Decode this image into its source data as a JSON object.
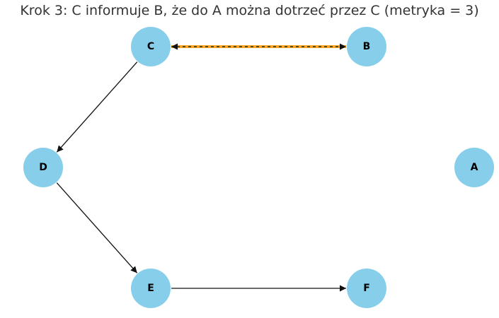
{
  "title": "Krok 3: C informuje B, że do A można dotrzeć przez C (metryka = 3)",
  "colors": {
    "node_fill": "#87ceeb",
    "edge": "#111111",
    "highlight": "#f5a623"
  },
  "nodes": [
    {
      "id": "C",
      "label": "C"
    },
    {
      "id": "B",
      "label": "B"
    },
    {
      "id": "D",
      "label": "D"
    },
    {
      "id": "A",
      "label": "A"
    },
    {
      "id": "E",
      "label": "E"
    },
    {
      "id": "F",
      "label": "F"
    }
  ],
  "edges": [
    {
      "from": "C",
      "to": "D",
      "style": "solid"
    },
    {
      "from": "D",
      "to": "E",
      "style": "solid"
    },
    {
      "from": "E",
      "to": "F",
      "style": "solid"
    },
    {
      "from": "C",
      "to": "B",
      "style": "dashed",
      "highlighted": true
    }
  ]
}
